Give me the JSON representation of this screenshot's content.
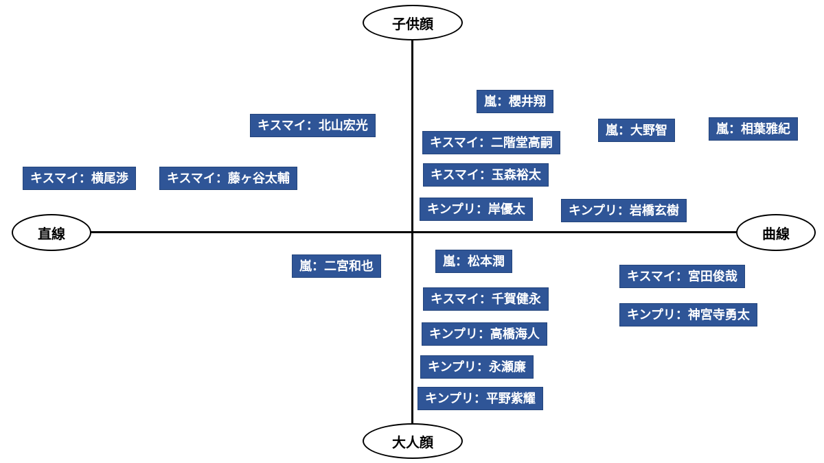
{
  "axes": {
    "top": "子供顔",
    "bottom": "大人顔",
    "left": "直線",
    "right": "曲線"
  },
  "members": [
    {
      "label": "嵐：櫻井翔"
    },
    {
      "label": "キスマイ：北山宏光"
    },
    {
      "label": "キスマイ：二階堂高嗣"
    },
    {
      "label": "嵐：大野智"
    },
    {
      "label": "嵐：相葉雅紀"
    },
    {
      "label": "キスマイ：横尾渉"
    },
    {
      "label": "キスマイ：藤ヶ谷太輔"
    },
    {
      "label": "キスマイ：玉森裕太"
    },
    {
      "label": "キンプリ：岸優太"
    },
    {
      "label": "キンプリ：岩橋玄樹"
    },
    {
      "label": "嵐：二宮和也"
    },
    {
      "label": "嵐：松本潤"
    },
    {
      "label": "キスマイ：宮田俊哉"
    },
    {
      "label": "キスマイ：千賀健永"
    },
    {
      "label": "キンプリ：神宮寺勇太"
    },
    {
      "label": "キンプリ：高橋海人"
    },
    {
      "label": "キンプリ：永瀬廉"
    },
    {
      "label": "キンプリ：平野紫耀"
    }
  ]
}
